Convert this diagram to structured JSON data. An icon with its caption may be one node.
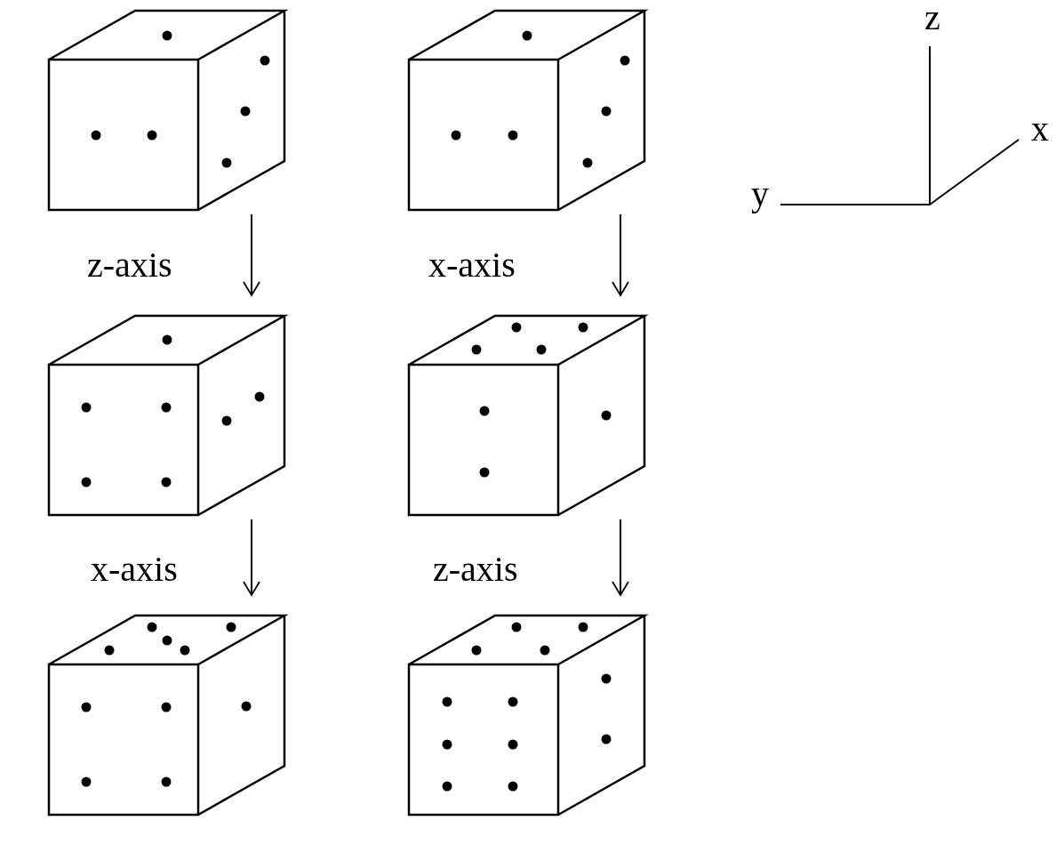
{
  "diagram": {
    "nodes": [
      {
        "text": [],
        "shape": "cube"
      },
      {
        "text": [],
        "shape": "cube"
      },
      {
        "text": [],
        "shape": "cube"
      },
      {
        "text": [],
        "shape": "cube"
      },
      {
        "text": [],
        "shape": "cube"
      },
      {
        "text": [],
        "shape": "cube"
      }
    ],
    "edges": [
      {
        "from": 0,
        "to": 2,
        "arrow": "to",
        "label": "z-axis"
      },
      {
        "from": 1,
        "to": 3,
        "arrow": "to",
        "label": "x-axis"
      },
      {
        "from": 2,
        "to": 4,
        "arrow": "to",
        "label": "x-axis"
      },
      {
        "from": 3,
        "to": 5,
        "arrow": "to",
        "label": "z-axis"
      }
    ],
    "labels": [
      "z",
      "x",
      "y"
    ]
  }
}
